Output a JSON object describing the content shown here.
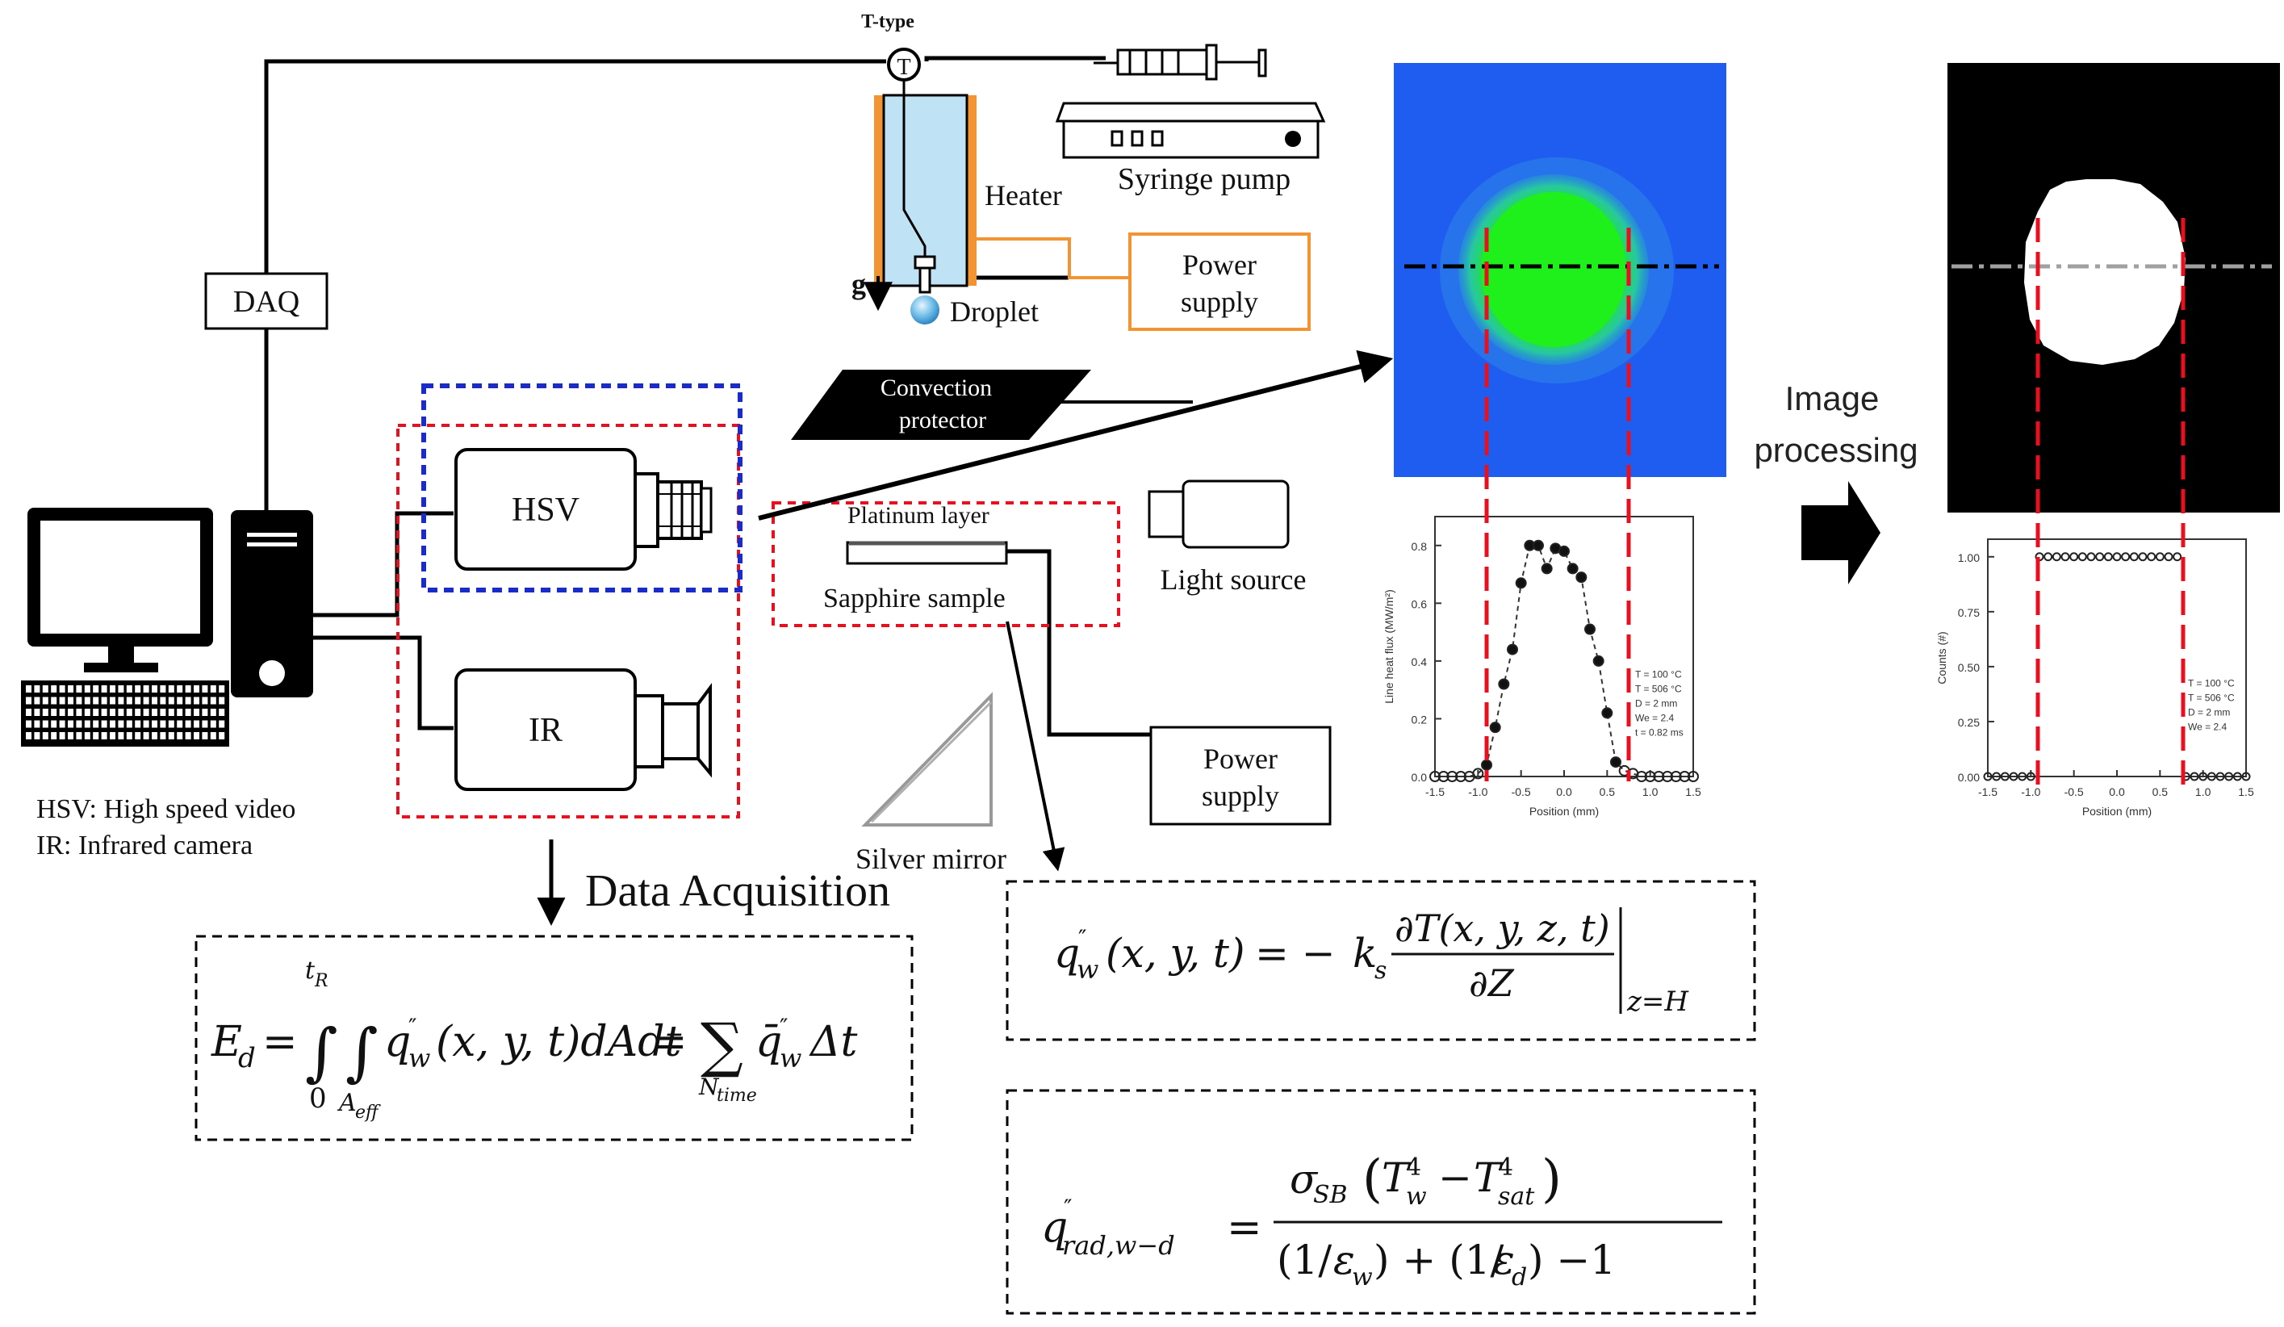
{
  "labels": {
    "ttype": "T-type",
    "syringe_pump": "Syringe pump",
    "heater": "Heater",
    "gravity": "g",
    "droplet": "Droplet",
    "power_supply_top_1": "Power",
    "power_supply_top_2": "supply",
    "daq": "DAQ",
    "convection_1": "Convection",
    "convection_2": "protector",
    "hsv": "HSV",
    "ir": "IR",
    "platinum_layer": "Platinum layer",
    "sapphire_sample": "Sapphire sample",
    "light_source": "Light source",
    "power_supply_bottom_1": "Power",
    "power_supply_bottom_2": "supply",
    "silver_mirror": "Silver mirror",
    "legend_hsv": "HSV: High speed video",
    "legend_ir": "IR: Infrared camera",
    "data_acquisition": "Data Acquisition",
    "image_processing_1": "Image",
    "image_processing_2": "processing"
  },
  "plot_left": {
    "ylabel": "Line heat flux (MW/m²)",
    "xlabel": "Position (mm)",
    "xticks": [
      "-1.5",
      "-1.0",
      "-0.5",
      "0.0",
      "0.5",
      "1.0",
      "1.5"
    ],
    "yticks": [
      "0.0",
      "0.2",
      "0.4",
      "0.6",
      "0.8"
    ],
    "annotations": [
      "T = 100 °C",
      "T = 506 °C",
      "D = 2 mm",
      "We = 2.4",
      "t = 0.82 ms"
    ],
    "points_x": [
      -1.5,
      -1.4,
      -1.3,
      -1.2,
      -1.1,
      -1.0,
      -0.9,
      -0.8,
      -0.7,
      -0.6,
      -0.5,
      -0.4,
      -0.3,
      -0.2,
      -0.1,
      0.0,
      0.1,
      0.2,
      0.3,
      0.4,
      0.5,
      0.6,
      0.7,
      0.8,
      0.9,
      1.0,
      1.1,
      1.2,
      1.3,
      1.4,
      1.5
    ],
    "points_y": [
      0.0,
      0.0,
      0.0,
      0.0,
      0.0,
      0.01,
      0.04,
      0.17,
      0.32,
      0.44,
      0.67,
      0.8,
      0.8,
      0.72,
      0.79,
      0.78,
      0.72,
      0.69,
      0.51,
      0.4,
      0.22,
      0.05,
      0.02,
      0.01,
      0.0,
      0.0,
      0.0,
      0.0,
      0.0,
      0.0,
      0.0
    ]
  },
  "plot_right": {
    "ylabel": "Counts (#)",
    "xlabel": "Position (mm)",
    "xticks": [
      "-1.5",
      "-1.0",
      "-0.5",
      "0.0",
      "0.5",
      "1.0",
      "1.5"
    ],
    "yticks": [
      "0.00",
      "0.25",
      "0.50",
      "0.75",
      "1.00"
    ],
    "annotations": [
      "T = 100 °C",
      "T = 506 °C",
      "D = 2 mm",
      "We = 2.4"
    ],
    "points_x": [
      -1.5,
      -1.4,
      -1.3,
      -1.2,
      -1.1,
      -1.0,
      -0.9,
      -0.8,
      -0.7,
      -0.6,
      -0.5,
      -0.4,
      -0.3,
      -0.2,
      -0.1,
      0.0,
      0.1,
      0.2,
      0.3,
      0.4,
      0.5,
      0.6,
      0.7,
      0.8,
      0.9,
      1.0,
      1.1,
      1.2,
      1.3,
      1.4,
      1.5
    ],
    "points_y": [
      0,
      0,
      0,
      0,
      0,
      0,
      1,
      1,
      1,
      1,
      1,
      1,
      1,
      1,
      1,
      1,
      1,
      1,
      1,
      1,
      1,
      1,
      1,
      0,
      0,
      0,
      0,
      0,
      0,
      0,
      0
    ]
  },
  "colors": {
    "red_dashed": "#e8101e",
    "blue_dashed": "#1a2bc8",
    "orange": "#f39433",
    "heater_fill": "#bfe3f4",
    "ir_blue": "#1f5df0",
    "ir_green": "#1ee61e"
  }
}
